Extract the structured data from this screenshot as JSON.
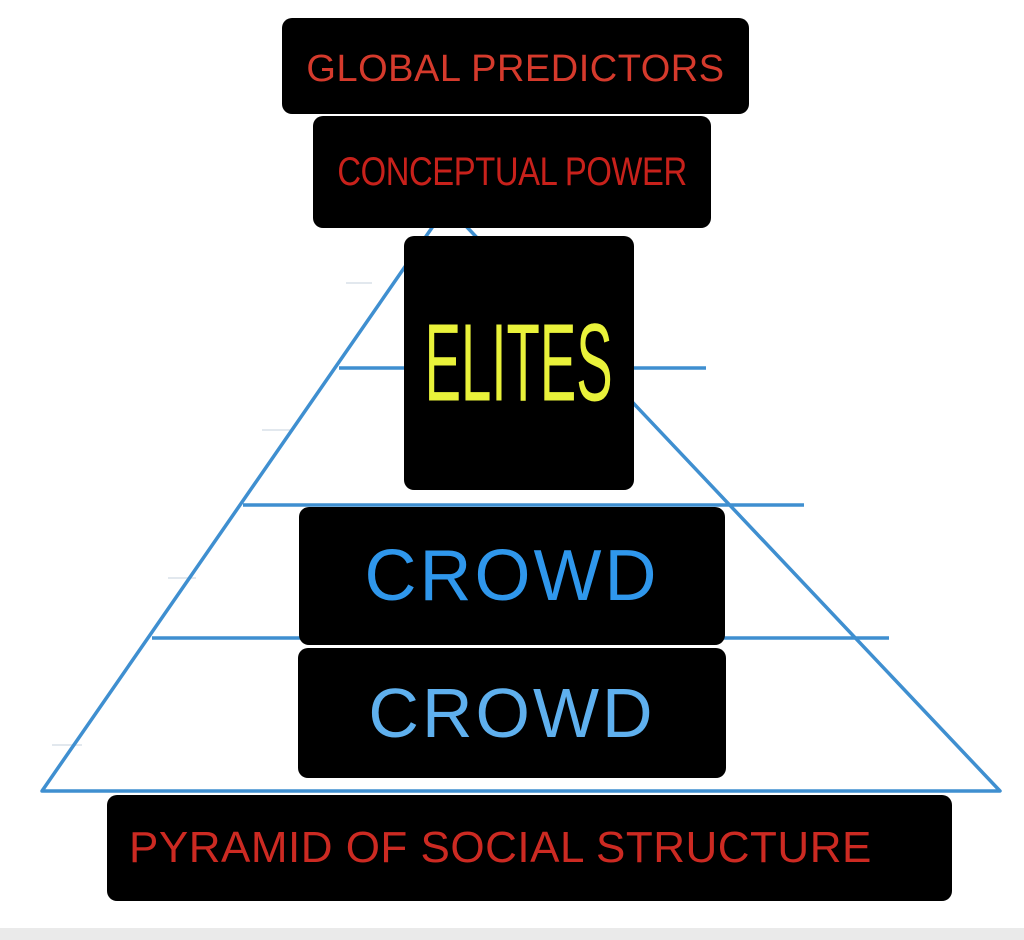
{
  "colors": {
    "background": "#ffffff",
    "pyramid_line": "#3f8fd0",
    "box_fill": "#000000",
    "red_text": "#d53a2c",
    "yellow_text": "#e9f23a",
    "blue_text": "#2f97ec",
    "light_blue_text": "#5fb0ee"
  },
  "labels": {
    "global_predictors": "GLOBAL PREDICTORS",
    "conceptual_power": "CONCEPTUAL POWER",
    "elites": "ELITES",
    "crowd_upper": "CROWD",
    "crowd_lower": "CROWD",
    "pyramid_title": "PYRAMID OF SOCIAL STRUCTURE"
  }
}
